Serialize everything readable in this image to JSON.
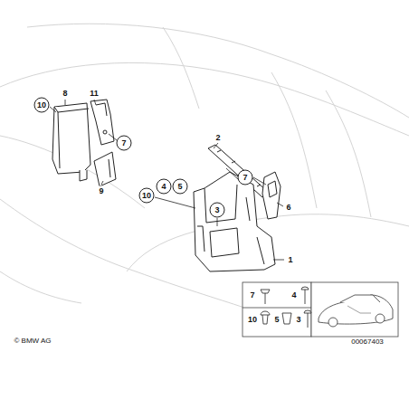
{
  "diagram": {
    "labels": [
      "8",
      "11",
      "10",
      "7",
      "9",
      "2",
      "7",
      "6",
      "10",
      "4",
      "5",
      "3",
      "1",
      "7",
      "4",
      "10",
      "5",
      "3",
      "© BMW AG",
      "00067403"
    ]
  }
}
